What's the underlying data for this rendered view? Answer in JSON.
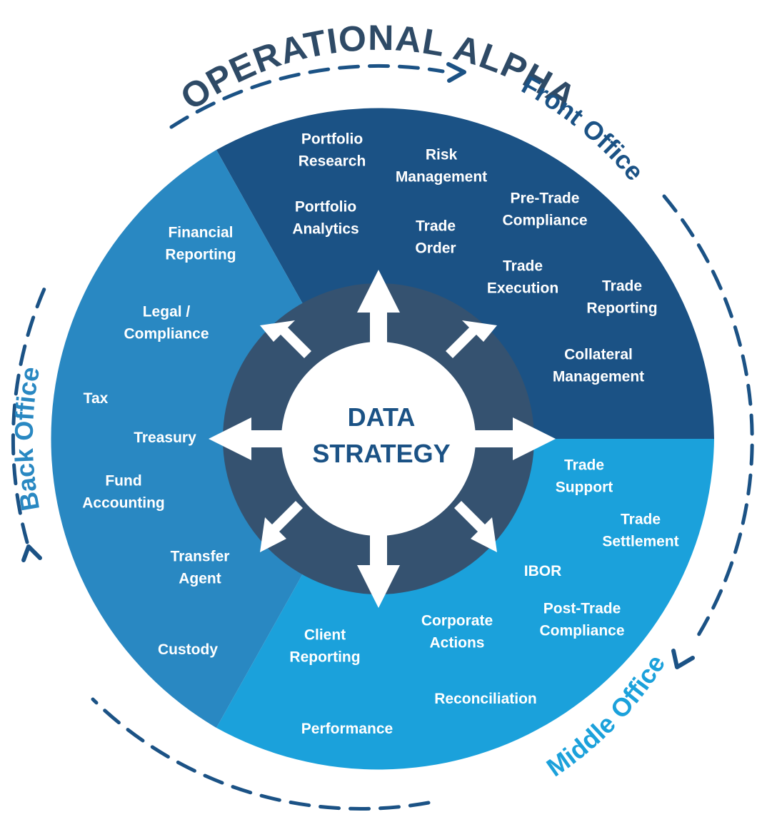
{
  "title": "OPERATIONAL ALPHA",
  "center": {
    "line1": "DATA",
    "line2": "STRATEGY"
  },
  "colors": {
    "dark_navy": "#2e4a66",
    "front": "#1b5285",
    "back": "#2988c2",
    "middle": "#1ba1db",
    "ring": "#355270",
    "white": "#ffffff"
  },
  "segments": {
    "front": {
      "label": "Front Office",
      "items": [
        [
          "Portfolio",
          "Research"
        ],
        [
          "Risk",
          "Management"
        ],
        [
          "Portfolio",
          "Analytics"
        ],
        [
          "Trade",
          "Order"
        ],
        [
          "Pre-Trade",
          "Compliance"
        ],
        [
          "Trade",
          "Execution"
        ],
        [
          "Trade",
          "Reporting"
        ],
        [
          "Collateral",
          "Management"
        ]
      ]
    },
    "back": {
      "label": "Back Office",
      "items": [
        [
          "Financial",
          "Reporting"
        ],
        [
          "Legal /",
          "Compliance"
        ],
        [
          "Tax"
        ],
        [
          "Treasury"
        ],
        [
          "Fund",
          "Accounting"
        ],
        [
          "Transfer",
          "Agent"
        ],
        [
          "Custody"
        ]
      ]
    },
    "middle": {
      "label": "Middle Office",
      "items": [
        [
          "Trade",
          "Support"
        ],
        [
          "Trade",
          "Settlement"
        ],
        [
          "IBOR"
        ],
        [
          "Post-Trade",
          "Compliance"
        ],
        [
          "Corporate",
          "Actions"
        ],
        [
          "Client",
          "Reporting"
        ],
        [
          "Reconciliation"
        ],
        [
          "Performance"
        ]
      ]
    }
  }
}
